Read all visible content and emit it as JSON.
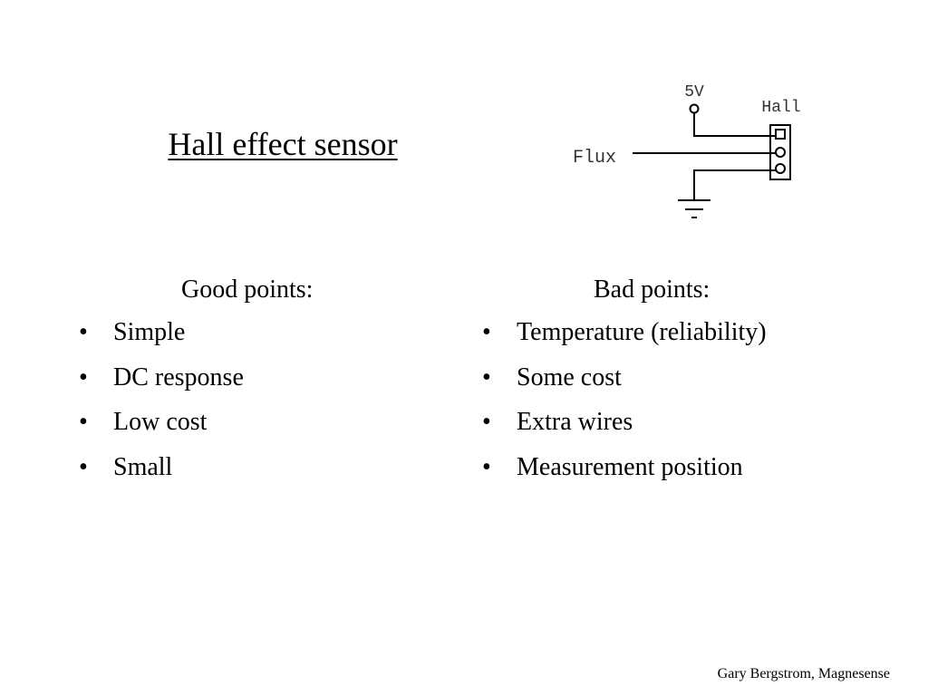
{
  "title": "Hall effect sensor",
  "diagram": {
    "supply_label": "5V",
    "sensor_label": "Hall",
    "flux_label": "Flux"
  },
  "good": {
    "heading": "Good points:",
    "items": [
      "Simple",
      "DC response",
      "Low cost",
      "Small"
    ]
  },
  "bad": {
    "heading": "Bad points:",
    "items": [
      "Temperature (reliability)",
      "Some cost",
      "Extra wires",
      "Measurement position"
    ]
  },
  "bullet_glyph": "•",
  "footer": "Gary Bergstrom, Magnesense"
}
